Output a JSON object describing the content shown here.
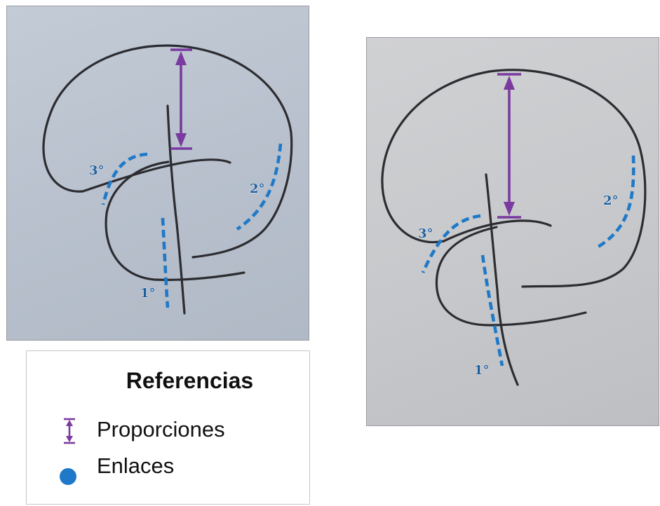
{
  "figure": {
    "left_panel": {
      "labels": [
        "3°",
        "2°",
        "1°"
      ]
    },
    "right_panel": {
      "labels": [
        "3°",
        "2°",
        "1°"
      ]
    }
  },
  "legend": {
    "title": "Referencias",
    "items": [
      {
        "label": "Proporciones",
        "icon": "double-arrow-icon",
        "color": "#7a3aa0"
      },
      {
        "label": "Enlaces",
        "icon": "dot-icon",
        "color": "#1f79c8"
      }
    ]
  },
  "colors": {
    "ink": "#2c2c31",
    "links": "#1f79c8",
    "proportions": "#7a3aa0"
  }
}
